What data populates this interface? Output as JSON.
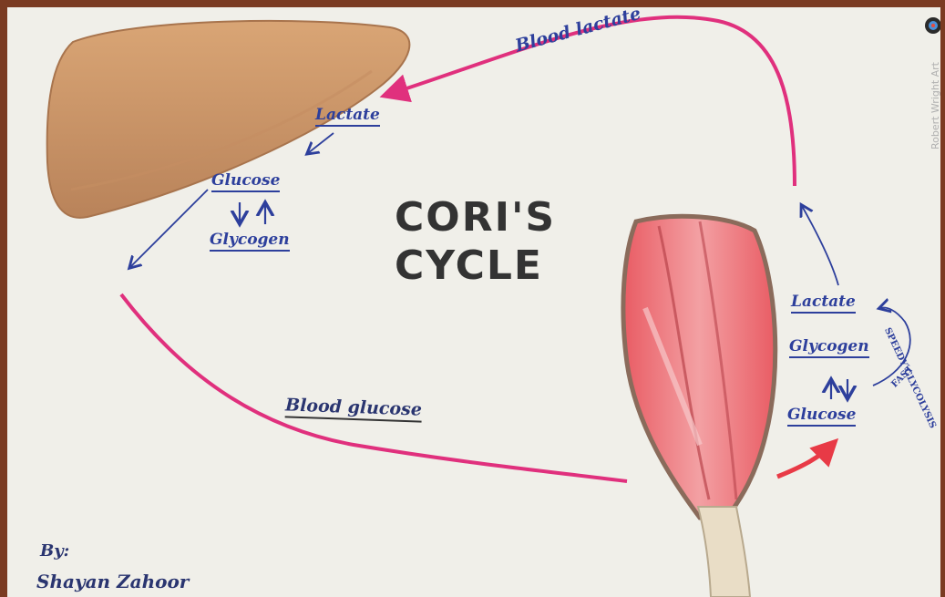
{
  "title": {
    "line1": "CORI'S",
    "line2": "CYCLE"
  },
  "liver": {
    "lactate": "Lactate",
    "glucose": "Glucose",
    "glycogen": "Glycogen"
  },
  "muscle": {
    "lactate": "Lactate",
    "glycogen": "Glycogen",
    "glucose": "Glucose",
    "glycolysis_note_1": "SPEEDY GLYCOLYSIS",
    "glycolysis_note_2": "FAST"
  },
  "arrows": {
    "blood_lactate": "Blood lactate",
    "blood_glucose": "Blood glucose"
  },
  "credit": {
    "by": "By:",
    "author": "Shayan Zahoor"
  },
  "watermark": "Robert Wright Art",
  "colors": {
    "liver": "#cf9a68",
    "muscle": "#ee7479",
    "tendon": "#e9ddc6",
    "pathway": "#e0307d",
    "ink": "#2d3f9c",
    "title": "#333333",
    "paper": "#f0efe9"
  }
}
